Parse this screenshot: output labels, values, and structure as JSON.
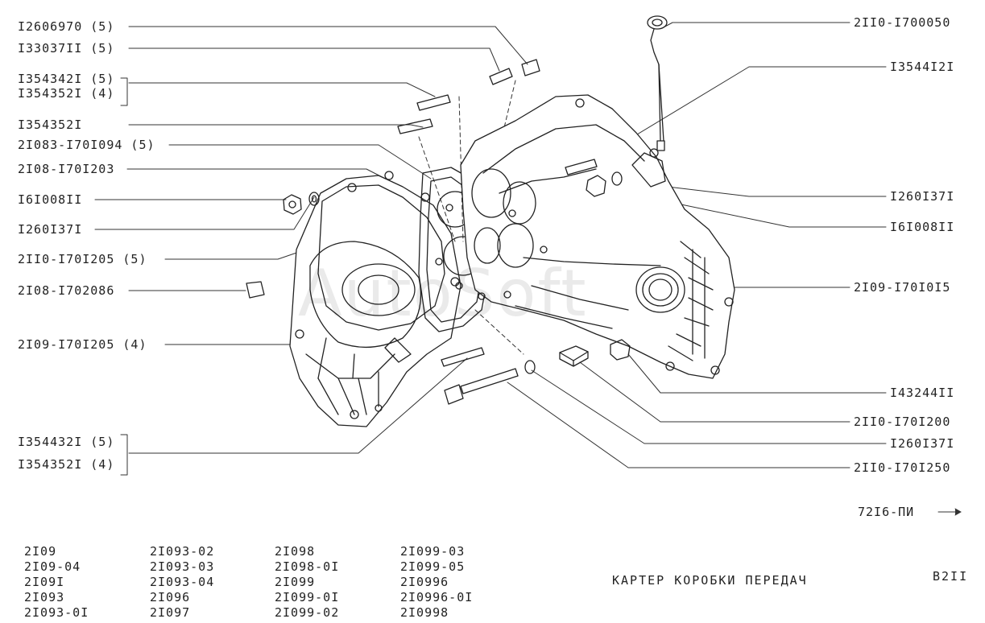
{
  "left_labels": [
    {
      "id": "l1",
      "text": "I2606970 (5)"
    },
    {
      "id": "l2",
      "text": "I33037II (5)"
    },
    {
      "id": "l3a",
      "text": "I354342I (5)"
    },
    {
      "id": "l3b",
      "text": "I354352I (4)"
    },
    {
      "id": "l4",
      "text": "I354352I"
    },
    {
      "id": "l5",
      "text": "2I083-I70I094 (5)"
    },
    {
      "id": "l6",
      "text": "2I08-I70I203"
    },
    {
      "id": "l7",
      "text": "I6I008II"
    },
    {
      "id": "l8",
      "text": "I260I37I"
    },
    {
      "id": "l9",
      "text": "2II0-I70I205 (5)"
    },
    {
      "id": "l10",
      "text": "2I08-I702086"
    },
    {
      "id": "l11",
      "text": "2I09-I70I205 (4)"
    },
    {
      "id": "l12a",
      "text": "I354432I (5)"
    },
    {
      "id": "l12b",
      "text": "I354352I (4)"
    }
  ],
  "right_labels": [
    {
      "id": "r1",
      "text": "2II0-I700050"
    },
    {
      "id": "r2",
      "text": "I3544I2I"
    },
    {
      "id": "r3",
      "text": "I260I37I"
    },
    {
      "id": "r4",
      "text": "I6I008II"
    },
    {
      "id": "r5",
      "text": "2I09-I70I0I5"
    },
    {
      "id": "r6",
      "text": "I43244II"
    },
    {
      "id": "r7",
      "text": "2II0-I70I200"
    },
    {
      "id": "r8",
      "text": "I260I37I"
    },
    {
      "id": "r9",
      "text": "2II0-I70I250"
    }
  ],
  "figure_code": "72I6-ПИ",
  "watermark": "AutoSoft",
  "title": "КАРТЕР КОРОБКИ ПЕРЕДАЧ",
  "page_code": "B2II",
  "models": [
    [
      "2I09",
      "2I09-04",
      "2I09I",
      "2I093",
      "2I093-0I"
    ],
    [
      "2I093-02",
      "2I093-03",
      "2I093-04",
      "2I096",
      "2I097"
    ],
    [
      "2I098",
      "2I098-0I",
      "2I099",
      "2I099-0I",
      "2I099-02"
    ],
    [
      "2I099-03",
      "2I099-05",
      "2I0996",
      "2I0996-0I",
      "2I0998"
    ]
  ]
}
